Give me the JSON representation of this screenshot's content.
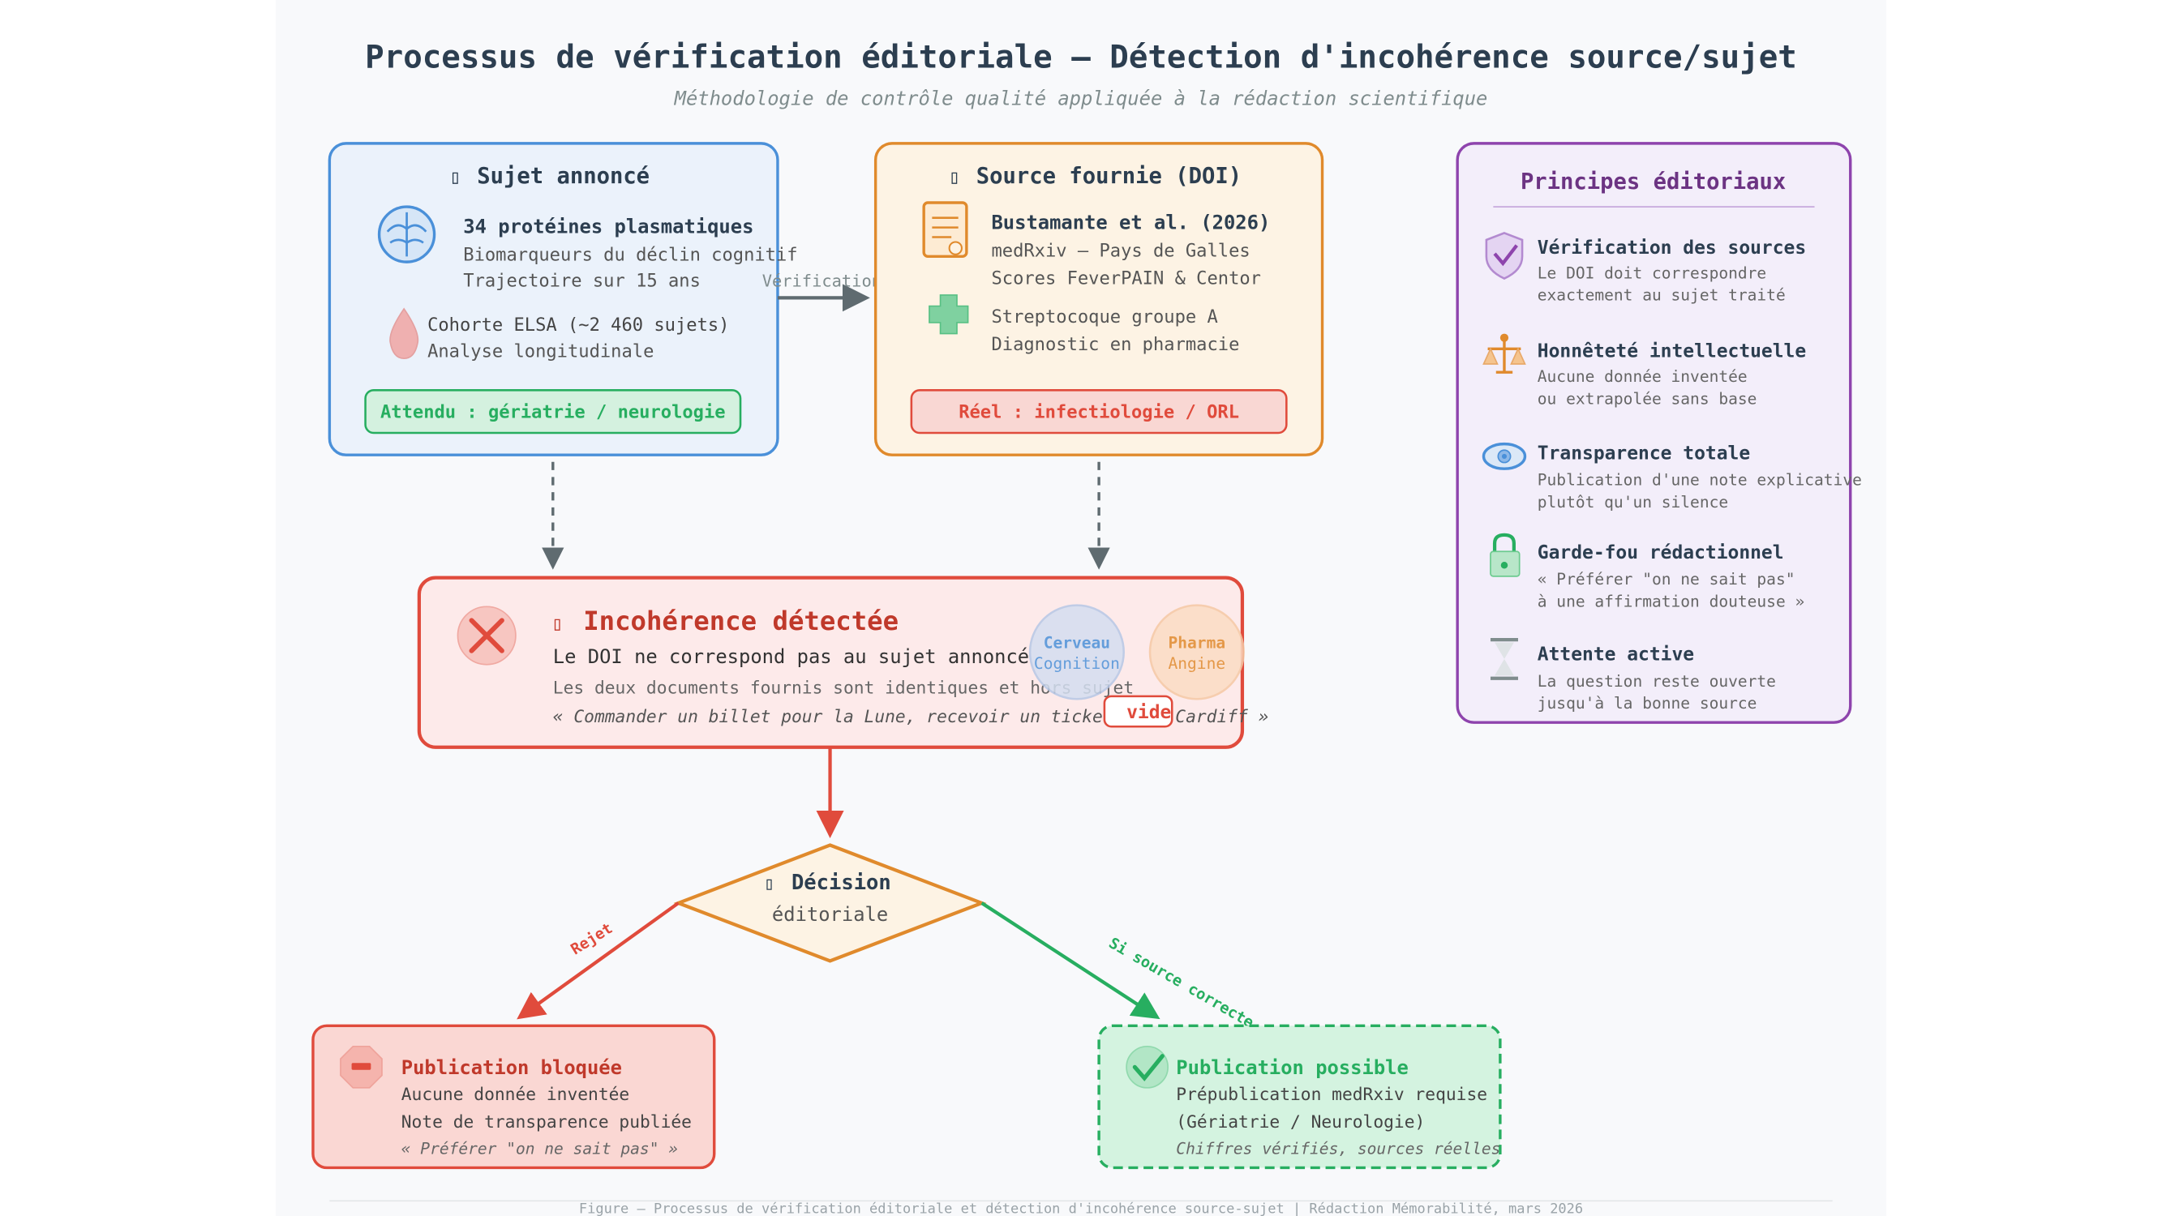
{
  "header": {
    "title": "Processus de vérification éditoriale — Détection d'incohérence source/sujet",
    "subtitle": "Méthodologie de contrôle qualité appliquée à la rédaction scientifique"
  },
  "subject_box": {
    "title": "Sujet annoncé",
    "line1_bold": "34 protéines plasmatiques",
    "line2": "Biomarqueurs du déclin cognitif",
    "line3": "Trajectoire sur 15 ans",
    "cohort1": "Cohorte ELSA (~2 460 sujets)",
    "cohort2": "Analyse longitudinale",
    "expected": "Attendu : gériatrie / neurologie"
  },
  "arrow_label": "Vérification",
  "source_box": {
    "title": "Source fournie (DOI)",
    "line1_bold": "Bustamante et al. (2026)",
    "line2": "medRxiv — Pays de Galles",
    "line3": "Scores FeverPAIN & Centor",
    "line4": "Streptocoque groupe A",
    "line5": "Diagnostic en pharmacie",
    "actual": "Réel : infectiologie / ORL"
  },
  "principles": {
    "title": "Principes éditoriaux",
    "items": [
      {
        "icon": "shield-check-icon",
        "title": "Vérification des sources",
        "l1": "Le DOI doit correspondre",
        "l2": "exactement au sujet traité"
      },
      {
        "icon": "scales-icon",
        "title": "Honnêteté intellectuelle",
        "l1": "Aucune donnée inventée",
        "l2": "ou extrapolée sans base"
      },
      {
        "icon": "eye-icon",
        "title": "Transparence totale",
        "l1": "Publication d'une note explicative",
        "l2": "plutôt qu'un silence"
      },
      {
        "icon": "lock-icon",
        "title": "Garde-fou rédactionnel",
        "l1": "« Préférer \"on ne sait pas\"",
        "l2": "à une affirmation douteuse »"
      },
      {
        "icon": "hourglass-icon",
        "title": "Attente active",
        "l1": "La question reste ouverte",
        "l2": "jusqu'à la bonne source"
      }
    ]
  },
  "incoherence": {
    "title": "Incohérence détectée",
    "line1": "Le DOI ne correspond pas au sujet annoncé",
    "line2": "Les deux documents fournis sont identiques et hors sujet",
    "quote": "« Commander un billet pour la Lune, recevoir un ticket pour Cardiff »",
    "circle1_a": "Cerveau",
    "circle1_b": "Cognition",
    "circle2_a": "Pharma",
    "circle2_b": "Angine",
    "tag": "vide"
  },
  "decision": {
    "line1": "Décision",
    "line2": "éditoriale",
    "reject_label": "Rejet",
    "accept_label": "Si source correcte"
  },
  "blocked": {
    "title": "Publication bloquée",
    "l1": "Aucune donnée inventée",
    "l2": "Note de transparence publiée",
    "l3": "« Préférer \"on ne sait pas\" »"
  },
  "possible": {
    "title": "Publication possible",
    "l1": "Prépublication medRxiv requise",
    "l2": "(Gériatrie / Neurologie)",
    "l3": "Chiffres vérifiés, sources réelles"
  },
  "footer": "Figure — Processus de vérification éditoriale et détection d'incohérence source-sujet | Rédaction Mémorabilité, mars 2026",
  "colors": {
    "blue": "#4a90d9",
    "orange": "#e08a2c",
    "red": "#e04b3c",
    "green": "#27ae60",
    "purple": "#8e44ad",
    "dark": "#2c3e50"
  }
}
